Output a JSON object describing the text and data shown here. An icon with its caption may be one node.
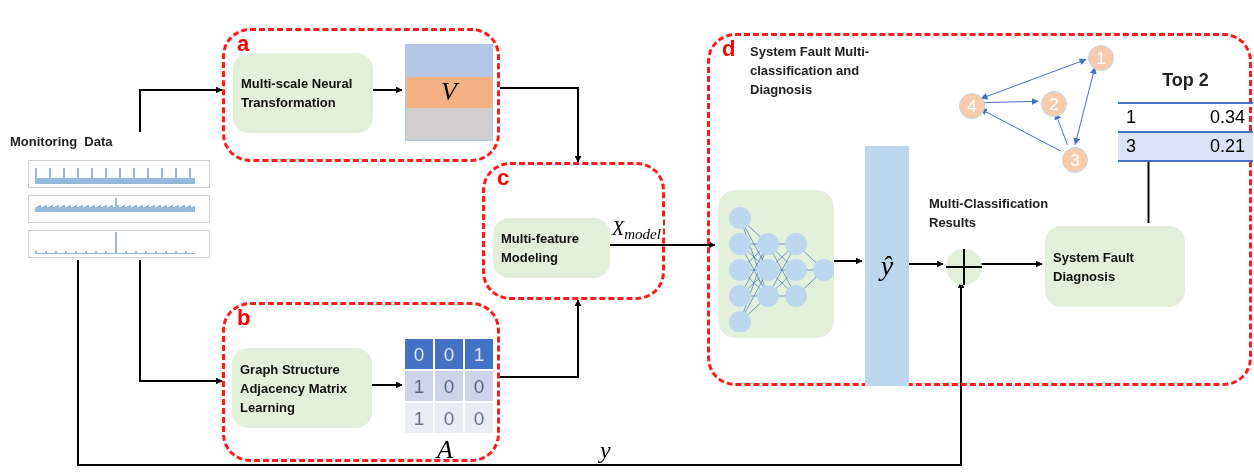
{
  "diagram": {
    "nodes": [
      {
        "text": [
          "Monitoring  Data"
        ]
      },
      {
        "text": [
          "a"
        ]
      },
      {
        "text": [
          "Multi-scale Neural Transformation"
        ],
        "in": 1
      },
      {
        "text": [
          "V"
        ],
        "in": 1
      },
      {
        "text": [
          "c"
        ]
      },
      {
        "text": [
          "Multi-feature Modeling"
        ],
        "in": 4
      },
      {
        "text": [
          "b"
        ]
      },
      {
        "text": [
          "Graph Structure Adjacency Matrix Learning"
        ],
        "in": 6
      },
      {
        "text": [
          "0",
          "0",
          "1",
          "1",
          "0",
          "0",
          "1",
          "0",
          "0"
        ],
        "in": 6,
        "beside": [
          "A"
        ]
      },
      {
        "text": [
          "d",
          "System Fault Multi-classification and Diagnosis"
        ]
      },
      {
        "text": [],
        "shape": "picture",
        "in": 9
      },
      {
        "text": [
          "ŷ"
        ],
        "in": 9
      },
      {
        "text": [],
        "shape": "circle",
        "in": 9
      },
      {
        "text": [
          "System Fault Diagnosis"
        ],
        "in": 9
      },
      {
        "text": [
          "1"
        ],
        "in": 9
      },
      {
        "text": [
          "4"
        ],
        "in": 9
      },
      {
        "text": [
          "2"
        ],
        "in": 9
      },
      {
        "text": [
          "3"
        ],
        "in": 9
      },
      {
        "text": [
          "Top 2",
          "1",
          "0.34",
          "3",
          "0.21"
        ],
        "in": 9
      }
    ],
    "edges": [
      {
        "from": 0,
        "to": 1,
        "arrow": "to"
      },
      {
        "from": 2,
        "to": 3,
        "arrow": "to"
      },
      {
        "from": 1,
        "to": 4,
        "arrow": "to"
      },
      {
        "from": 0,
        "to": 6,
        "arrow": "to"
      },
      {
        "from": 7,
        "to": 8,
        "arrow": "to"
      },
      {
        "from": 6,
        "to": 4,
        "arrow": "to"
      },
      {
        "from": 5,
        "to": 10,
        "arrow": "to",
        "label": "X$_{model}$"
      },
      {
        "from": 10,
        "to": 11,
        "arrow": "to"
      },
      {
        "from": 11,
        "to": 12,
        "arrow": "to"
      },
      {
        "from": 12,
        "to": 13,
        "arrow": "to"
      },
      {
        "from": 13,
        "to": 18,
        "arrow": "to"
      },
      {
        "from": 0,
        "to": 12,
        "arrow": "to",
        "label": "y"
      },
      {
        "from": 14,
        "to": 15,
        "arrow": "both",
        "color": "#4472c4"
      },
      {
        "from": 15,
        "to": 16,
        "arrow": "to",
        "color": "#4472c4"
      },
      {
        "from": 14,
        "to": 17,
        "arrow": "both",
        "color": "#4472c4"
      },
      {
        "from": 17,
        "to": 16,
        "arrow": "to",
        "color": "#4472c4"
      },
      {
        "from": 17,
        "to": 15,
        "arrow": "to",
        "color": "#4472c4"
      }
    ],
    "labels": [
      "Multi-Classification Results"
    ]
  }
}
